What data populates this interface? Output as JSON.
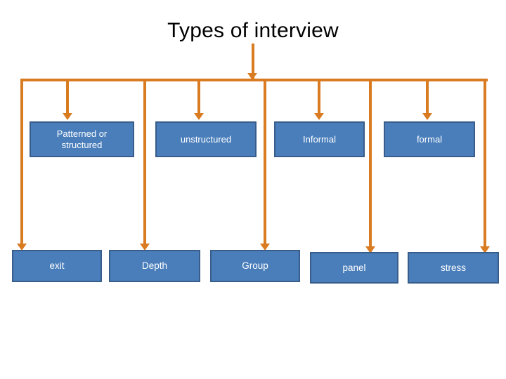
{
  "slide": {
    "title": "Types of interview",
    "background_color": "#ffffff"
  },
  "theme": {
    "box_fill": "#4a7ebb",
    "box_border": "#385d8a",
    "box_text": "#ffffff",
    "connector": "#d97b21",
    "title_text": "#000000"
  },
  "diagram": {
    "root_label": "Types of interview",
    "category_row": {
      "name": "interview-styles",
      "boxes": [
        {
          "id": "patterned-or-structured",
          "label": "Patterned or\nstructured"
        },
        {
          "id": "unstructured",
          "label": "unstructured"
        },
        {
          "id": "informal",
          "label": "Informal"
        },
        {
          "id": "formal",
          "label": "formal"
        }
      ]
    },
    "type_row": {
      "name": "interview-types",
      "boxes": [
        {
          "id": "exit",
          "label": "exit"
        },
        {
          "id": "depth",
          "label": "Depth"
        },
        {
          "id": "group",
          "label": "Group"
        },
        {
          "id": "panel",
          "label": "panel"
        },
        {
          "id": "stress",
          "label": "stress"
        }
      ]
    }
  }
}
